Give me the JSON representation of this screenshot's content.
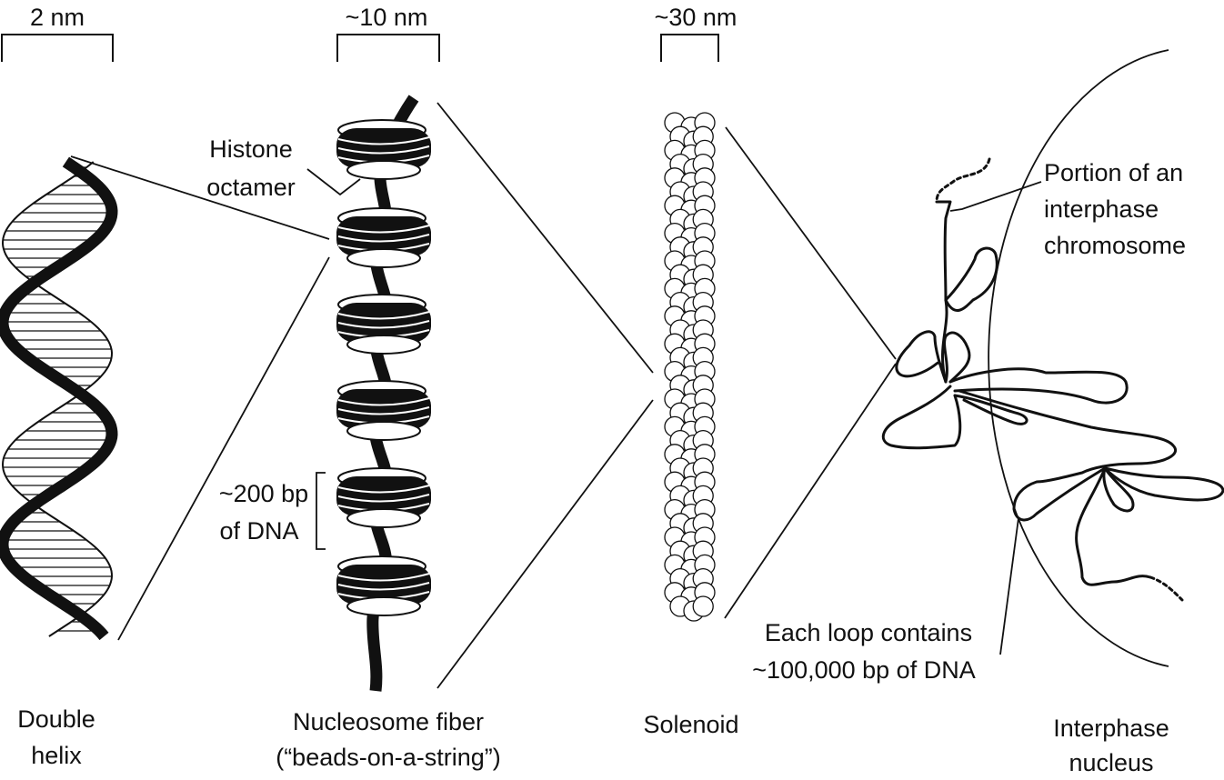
{
  "scale_bars": {
    "helix": "2 nm",
    "nucleosome": "~10 nm",
    "solenoid": "~30 nm"
  },
  "annotations": {
    "histone_line1": "Histone",
    "histone_line2": "octamer",
    "dna_bp_line1": "~200 bp",
    "dna_bp_line2": "of DNA",
    "chromosome_line1": "Portion of an",
    "chromosome_line2": "interphase",
    "chromosome_line3": "chromosome",
    "loop_line1": "Each loop contains",
    "loop_line2": "~100,000 bp of DNA"
  },
  "captions": {
    "helix_line1": "Double",
    "helix_line2": "helix",
    "nucleosome_line1": "Nucleosome fiber",
    "nucleosome_line2": "(“beads-on-a-string”)",
    "solenoid": "Solenoid",
    "nucleus_line1": "Interphase",
    "nucleus_line2": "nucleus"
  },
  "colors": {
    "ink": "#111111",
    "paper": "#ffffff"
  }
}
